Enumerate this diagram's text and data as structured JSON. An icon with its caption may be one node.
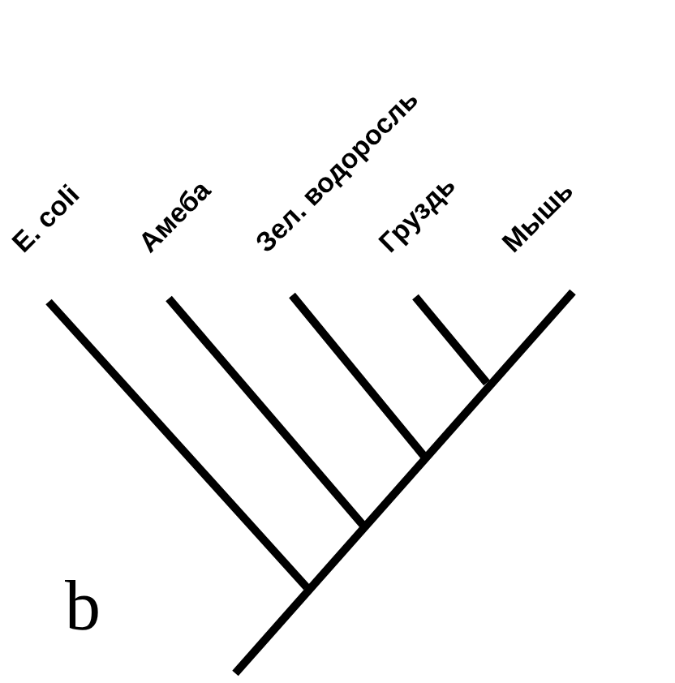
{
  "diagram": {
    "labels": [
      "E. coli",
      "Амеба",
      "Зел. водоросль",
      "Груздь",
      "Мышь",
      "b"
    ]
  }
}
